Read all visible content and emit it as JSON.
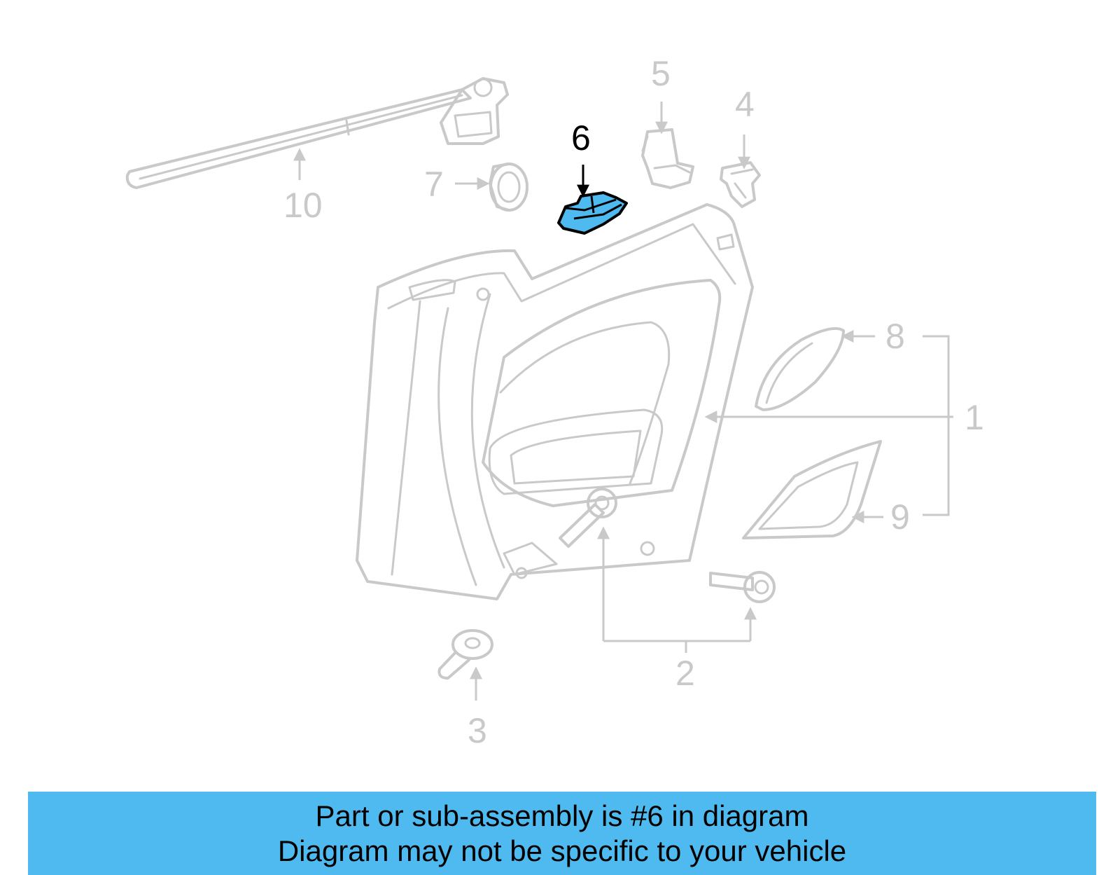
{
  "diagram": {
    "callouts": {
      "c1": "1",
      "c2": "2",
      "c3": "3",
      "c4": "4",
      "c5": "5",
      "c6": "6",
      "c7": "7",
      "c8": "8",
      "c9": "9",
      "c10": "10"
    },
    "highlighted_part": "6",
    "highlight_color": "#4fbaf0",
    "ghost_color": "#c9c9c9"
  },
  "banner": {
    "line1": "Part or sub-assembly is #6 in diagram",
    "line2": "Diagram may not be specific to your vehicle",
    "color": "#4fbaf0"
  }
}
